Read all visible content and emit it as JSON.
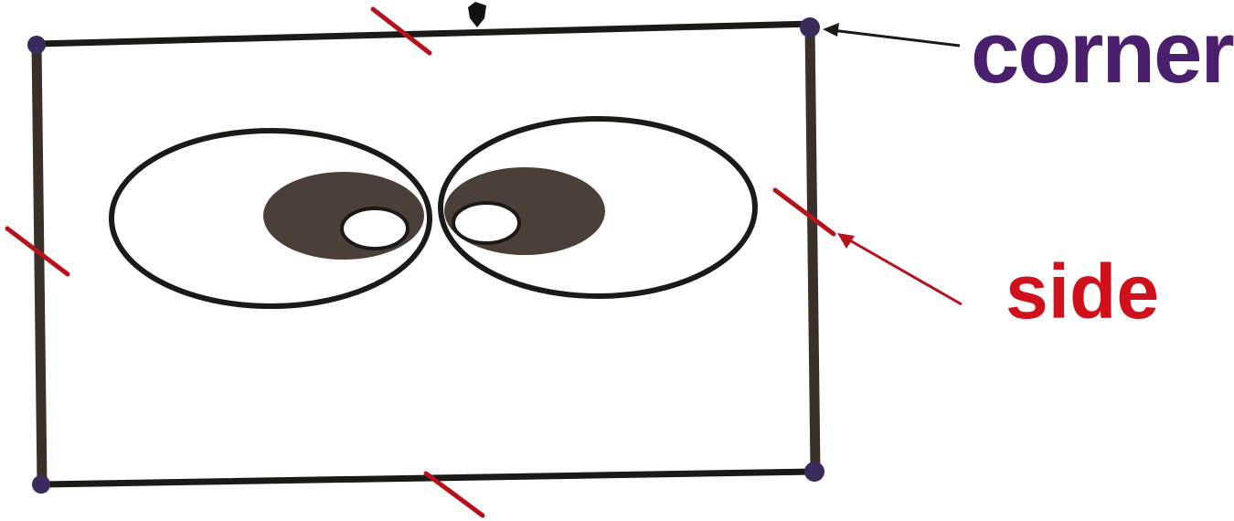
{
  "labels": {
    "corner": "corner",
    "side": "side"
  },
  "icons": {
    "corner_marker": "dot",
    "side_marker": "tick-mark",
    "pointer": "arrow"
  },
  "colors": {
    "outline": "#1c1a17",
    "side_edge": "#3a302a",
    "corner_dot": "#3b2a5c",
    "tick_mark": "#b5121b",
    "corner_label": "#4a1f6e",
    "side_label": "#d0101a",
    "pupil": "#4a4039",
    "background": "#ffffff"
  }
}
